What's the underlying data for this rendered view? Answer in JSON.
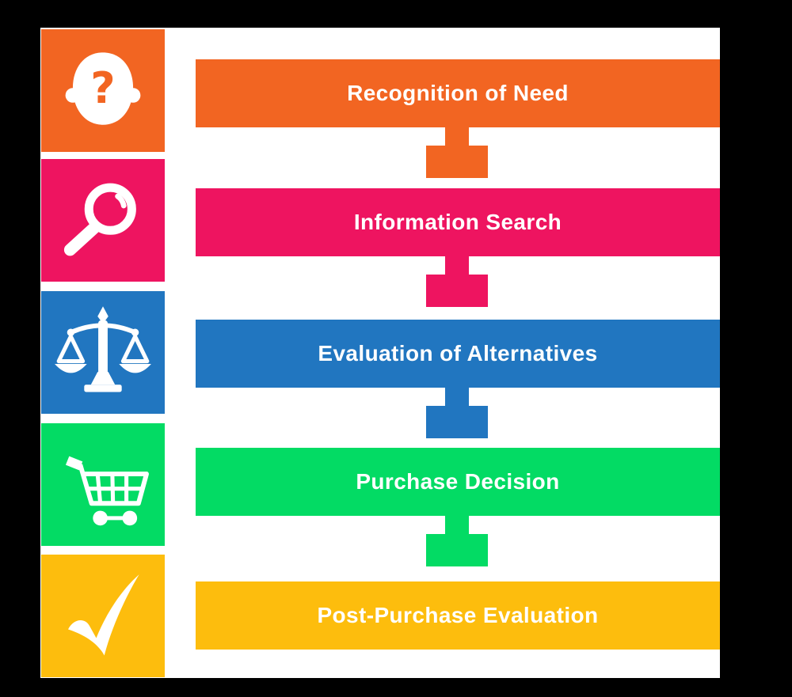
{
  "canvas": {
    "background": "#000000",
    "panel_background": "#ffffff",
    "label_text_color": "#ffffff"
  },
  "steps": [
    {
      "label": "Recognition of Need",
      "color": "#F26522",
      "icon": "head-question-icon"
    },
    {
      "label": "Information Search",
      "color": "#EE1460",
      "icon": "magnifying-glass-icon"
    },
    {
      "label": "Evaluation of Alternatives",
      "color": "#2176C0",
      "icon": "balance-scale-icon"
    },
    {
      "label": "Purchase Decision",
      "color": "#03DB64",
      "icon": "shopping-cart-icon"
    },
    {
      "label": "Post-Purchase Evaluation",
      "color": "#FDBD0D",
      "icon": "checkmark-icon"
    }
  ]
}
